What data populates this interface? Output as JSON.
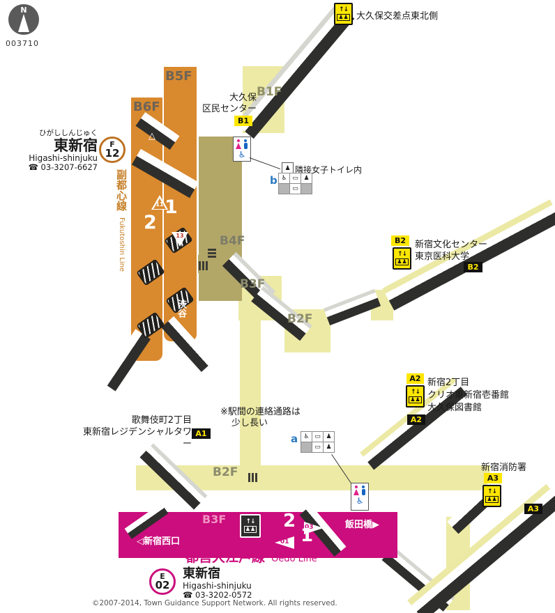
{
  "meta": {
    "map_id": "003710",
    "copyright": "©2007-2014, Town Guidance Support Network. All rights reserved."
  },
  "compass": {
    "north": "N"
  },
  "colors": {
    "fukutoshin_orange": "#d9892e",
    "oedo_magenta": "#cb0d7d",
    "corridor_yellow": "#edeaa5",
    "concourse_khaki": "#b3a768",
    "exit_badge_yellow": "#ffe600",
    "escalator_dark": "#2e2e2c"
  },
  "icons": {
    "updown": "↑↓",
    "person": "♟",
    "wheelchair": "♿",
    "bed": "▭",
    "baby": "♟",
    "triangle_up": "△",
    "arrow_down": "▼"
  },
  "fukutoshin": {
    "line_name": "副都心線",
    "line_name_en": "Fukutoshin Line",
    "symbol": {
      "letter": "F",
      "number": "12"
    },
    "station": {
      "kana": "ひがししんじゅく",
      "name": "東新宿",
      "romaji": "Higashi-shinjuku",
      "tel": "☎ 03-3207-6627"
    },
    "platform_1": "1",
    "platform_2": "2",
    "car_pos_up": "11",
    "car_pos_down": "13",
    "direction_shibuya": "渋谷"
  },
  "oedo": {
    "line_name": "都営大江戸線",
    "line_name_en": "Oedo Line",
    "symbol": {
      "letter": "E",
      "number": "02"
    },
    "station": {
      "name": "東新宿",
      "romaji": "Higashi-shinjuku",
      "tel": "☎ 03-3202-0572"
    },
    "platform_1": "1",
    "platform_2": "2",
    "car_pos_right": "03",
    "car_pos_left": "01",
    "direction_west": "◁新宿西口",
    "direction_iidabashi": "飯田橋▶"
  },
  "floors": {
    "b1f": "B1F",
    "b2f": "B2F",
    "b3f": "B3F",
    "b4f": "B4F",
    "b5f": "B5F",
    "b6f": "B6F"
  },
  "exits": {
    "street_ne": {
      "label": "大久保交差点東北側"
    },
    "b1": {
      "id": "B1",
      "lines": [
        "大久保",
        "区民センター"
      ]
    },
    "b2": {
      "id": "B2",
      "places": [
        "新宿文化センター",
        "東京医科大学"
      ]
    },
    "a1": {
      "id": "A1",
      "places": [
        "歌舞伎町2丁目",
        "東新宿レジデンシャルタワー"
      ]
    },
    "a2": {
      "id": "A2",
      "places": [
        "新宿2丁目",
        "クリオ東新宿壱番館",
        "大久保図書館"
      ]
    },
    "a3": {
      "id": "A3",
      "name": "新宿消防署"
    }
  },
  "notes": {
    "passage_1": "※駅間の連絡通路は",
    "passage_2": "少し長い",
    "adjacent_toilet": "隣接女子トイレ内",
    "facility_a": "a",
    "facility_b": "b"
  }
}
